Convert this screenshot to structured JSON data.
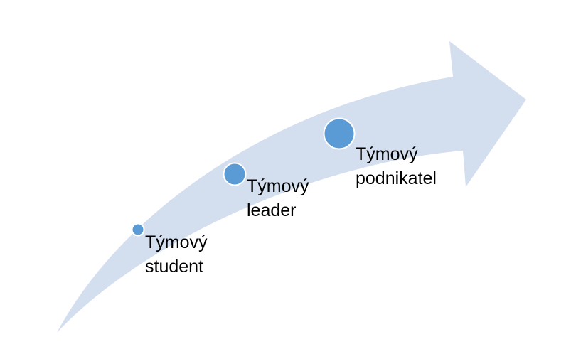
{
  "colors": {
    "arrow_fill": "#d3deef",
    "dot_fill": "#5b9bd5",
    "dot_stroke": "#ffffff",
    "text": "#000000"
  },
  "steps": [
    {
      "line1": "Týmový",
      "line2": "student"
    },
    {
      "line1": "Týmový",
      "line2": "leader"
    },
    {
      "line1": "Týmový",
      "line2": "podnikatel"
    }
  ]
}
